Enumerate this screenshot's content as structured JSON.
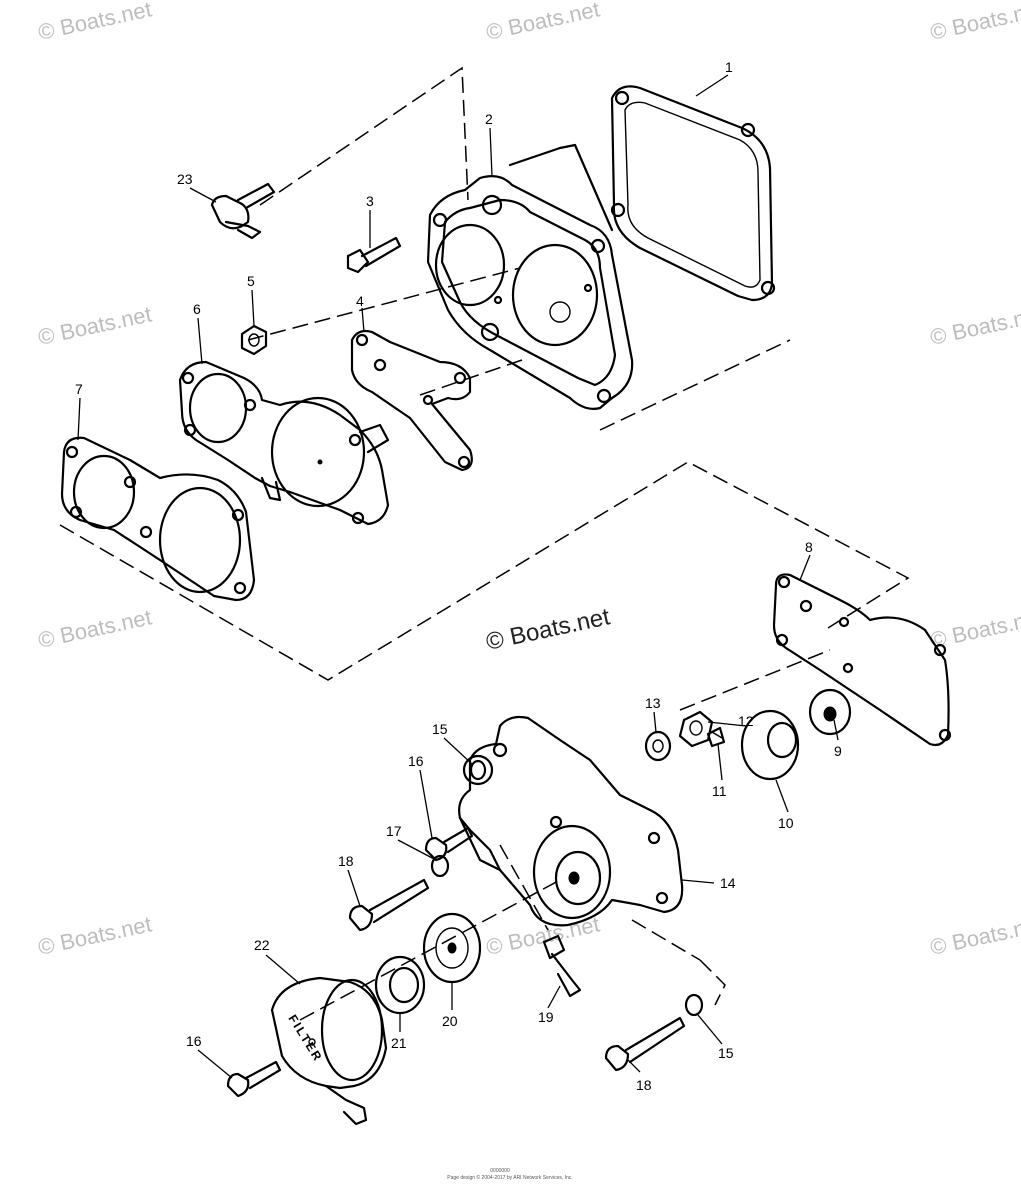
{
  "watermarks": {
    "corner": "© Boats.net",
    "center": "© Boats.net"
  },
  "callouts": {
    "c1": "1",
    "c2": "2",
    "c3": "3",
    "c4": "4",
    "c5": "5",
    "c6": "6",
    "c7": "7",
    "c8": "8",
    "c9": "9",
    "c10": "10",
    "c11": "11",
    "c12": "12",
    "c13": "13",
    "c14": "14",
    "c15a": "15",
    "c15b": "15",
    "c16a": "16",
    "c16b": "16",
    "c17": "17",
    "c18a": "18",
    "c18b": "18",
    "c19": "19",
    "c20": "20",
    "c21": "21",
    "c22": "22",
    "c23": "23"
  },
  "filter_label": "FILTER",
  "footer": {
    "line1": "0000000",
    "line2": "Page design © 2004-2017 by ARI Network Services, Inc."
  }
}
